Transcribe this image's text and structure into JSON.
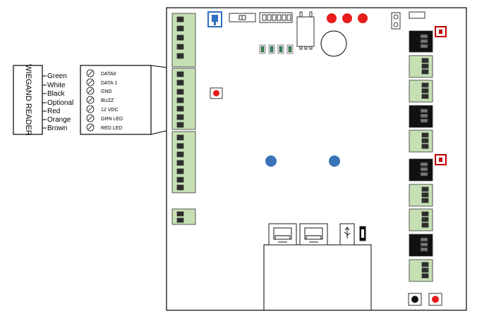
{
  "reader": {
    "title": "WIEGAND READER",
    "wire_colors": [
      "Green",
      "White",
      "Black",
      "Optional",
      "Red",
      "Orange",
      "Brown"
    ]
  },
  "terminal_block": {
    "signals": [
      "DATA0",
      "DATA 1",
      "GND",
      "BUZZ",
      "12 VDC",
      "GRN LED",
      "RED LED"
    ]
  },
  "colors": {
    "line": "#000000",
    "connector_green": "#c6e0b4",
    "pin_dark": "#3a3a3a",
    "led_green": "#2e8b57",
    "led_red": "#e81c1c",
    "mount_blue": "#3a74b8",
    "jumper_blue": "#2f6fc0",
    "connector_black": "#111111",
    "indicator_red": "#c00000"
  }
}
